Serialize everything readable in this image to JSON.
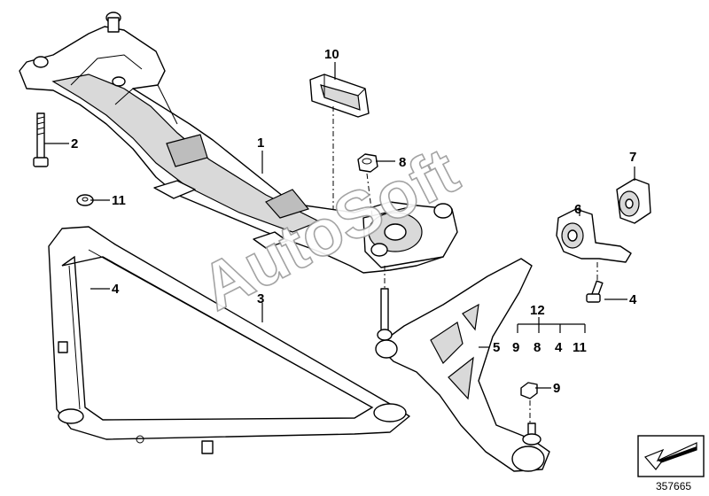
{
  "diagram": {
    "callouts": {
      "c1": "1",
      "c2": "2",
      "c3": "3",
      "c4a": "4",
      "c4b": "4",
      "c5": "5",
      "c6": "6",
      "c7": "7",
      "c8": "8",
      "c9": "9",
      "c10": "10",
      "c11": "11",
      "c12": "12"
    },
    "kit_group": {
      "header": "12",
      "items": [
        "9",
        "8",
        "4",
        "11"
      ]
    },
    "watermark": "AutoSoft",
    "reference_number": "357665",
    "nav_icon": "arrow-down-left-icon"
  }
}
